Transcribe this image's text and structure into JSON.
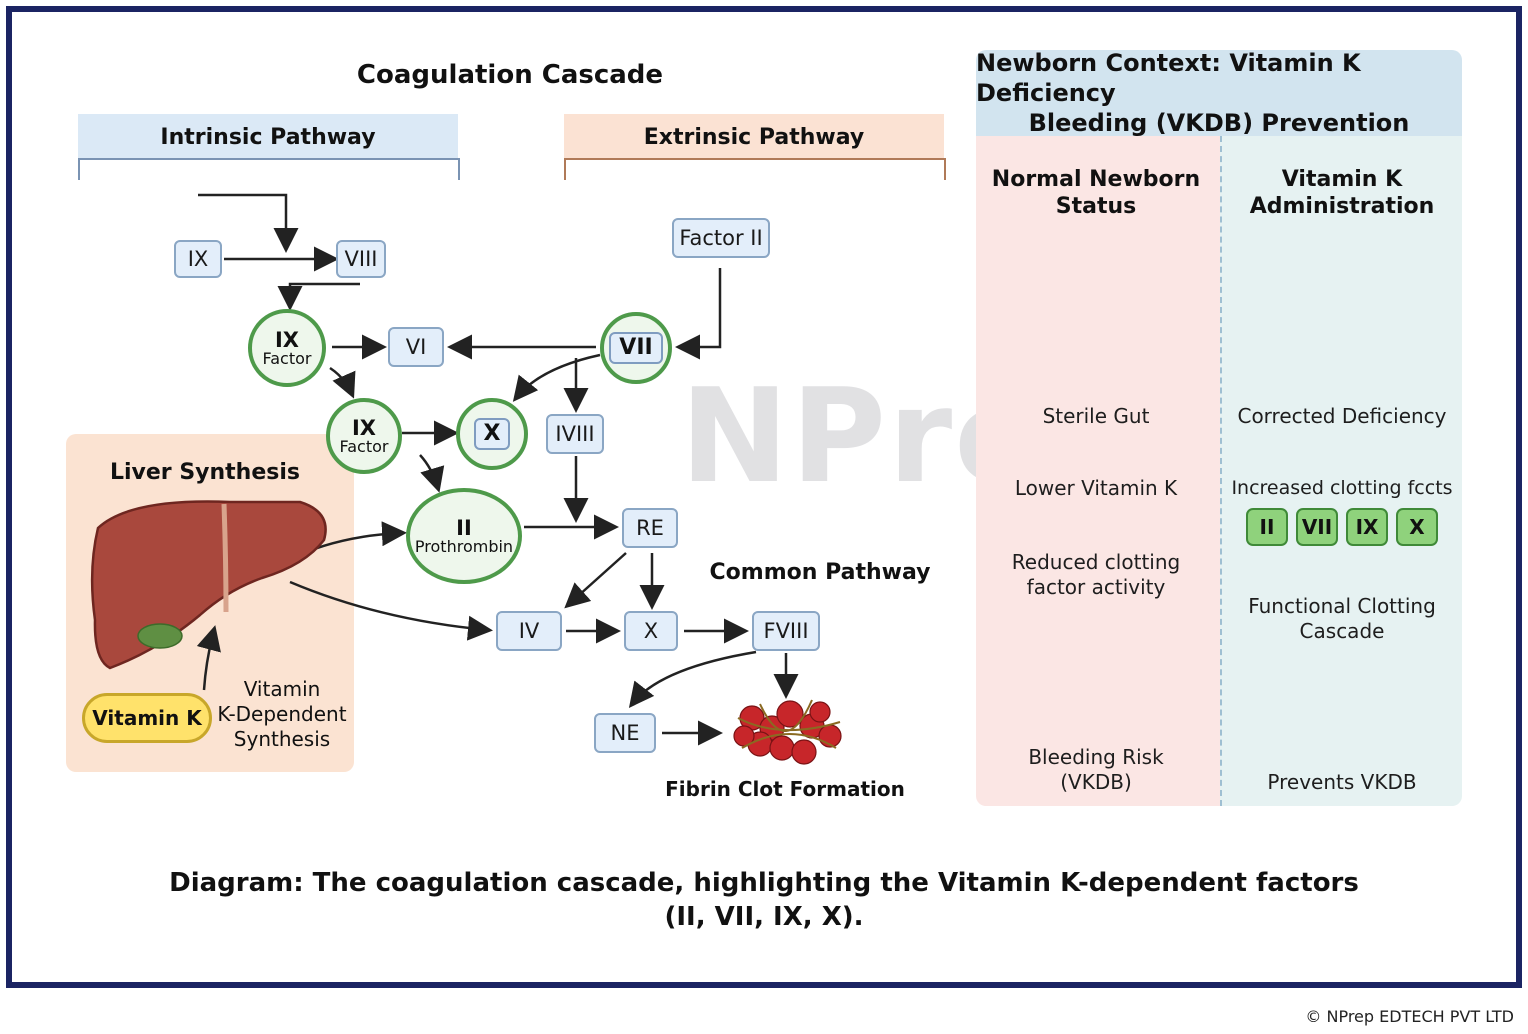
{
  "diagram": {
    "title": "Coagulation Cascade",
    "intrinsic_label": "Intrinsic Pathway",
    "extrinsic_label": "Extrinsic Pathway",
    "common_label": "Common Pathway",
    "liver_label": "Liver Synthesis",
    "vitamin_k": "Vitamin K",
    "vk_dependent": [
      "Vitamin",
      "K-Dependent",
      "Synthesis"
    ],
    "clot_label": "Fibrin Clot Formation",
    "watermark": "NPrep",
    "nodes": {
      "ix_top": "IX",
      "viii_top": "VIII",
      "factor_ii": "Factor II",
      "ix_factor_1": {
        "big": "IX",
        "small": "Factor"
      },
      "vi": "VI",
      "vii": "VII",
      "ix_factor_2": {
        "big": "IX",
        "small": "Factor"
      },
      "x_circle": "X",
      "iviii": "IVIII",
      "prothrombin": {
        "big": "II",
        "small": "Prothrombin"
      },
      "re": "RE",
      "iv": "IV",
      "x_common": "X",
      "fviii": "FVIII",
      "ne": "NE"
    },
    "colors": {
      "intrinsic": "#dbe9f6",
      "extrinsic": "#fbe2d3",
      "vk_factor": "#4e9a4a",
      "frame": "#1b2463"
    }
  },
  "newborn": {
    "title_line1": "Newborn Context: Vitamin K Deficiency",
    "title_line2": "Bleeding (VKDB) Prevention",
    "normal": {
      "header": [
        "Normal Newborn",
        "Status"
      ],
      "steps": [
        "Sterile Gut",
        "Lower Vitamin K",
        "Reduced clotting",
        "factor activity"
      ],
      "outcome": [
        "Bleeding Risk",
        "(VKDB)"
      ]
    },
    "vitk_admin": {
      "header": [
        "Vitamin K",
        "Administration"
      ],
      "steps": [
        "Corrected Deficiency",
        "Increased clotting fccts"
      ],
      "factors": [
        "II",
        "VII",
        "IX",
        "X"
      ],
      "cascade": [
        "Functional Clotting",
        "Cascade"
      ],
      "outcome": "Prevents VKDB"
    }
  },
  "caption": {
    "line1": "Diagram: The coagulation cascade, highlighting the Vitamin K-dependent factors",
    "line2": "(II, VII, IX, X)."
  },
  "copyright": "© NPrep EDTECH PVT LTD"
}
